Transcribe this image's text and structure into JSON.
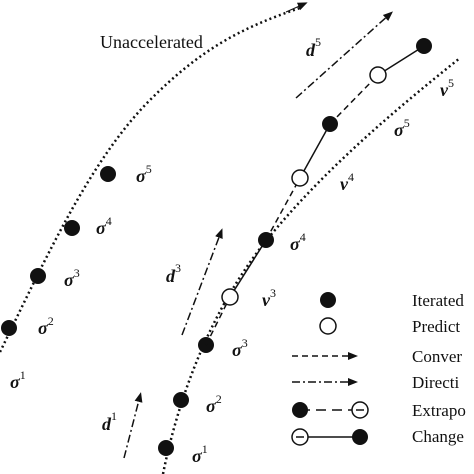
{
  "title": "Unaccelerated",
  "colors": {
    "ink": "#111111",
    "paper": "#ffffff"
  },
  "sigma_left": [
    {
      "sym": "σ",
      "sup": "1"
    },
    {
      "sym": "σ",
      "sup": "2"
    },
    {
      "sym": "σ",
      "sup": "3"
    },
    {
      "sym": "σ",
      "sup": "4"
    },
    {
      "sym": "σ",
      "sup": "5"
    }
  ],
  "sigma_right": [
    {
      "sym": "σ",
      "sup": "1"
    },
    {
      "sym": "σ",
      "sup": "2"
    },
    {
      "sym": "σ",
      "sup": "3"
    },
    {
      "sym": "σ",
      "sup": "4"
    },
    {
      "sym": "σ",
      "sup": "5"
    }
  ],
  "v_labels": [
    {
      "sym": "v",
      "sup": "3"
    },
    {
      "sym": "v",
      "sup": "4"
    },
    {
      "sym": "v",
      "sup": "5"
    }
  ],
  "d_labels": [
    {
      "sym": "d",
      "sup": "1"
    },
    {
      "sym": "d",
      "sup": "3"
    },
    {
      "sym": "d",
      "sup": "5"
    }
  ],
  "legend": [
    {
      "icon": "filled-dot-icon",
      "label": "Iterated"
    },
    {
      "icon": "hollow-dot-icon",
      "label": "Predict"
    },
    {
      "icon": "dashed-arrow-icon",
      "label": "Conver"
    },
    {
      "icon": "dashdot-arrow-icon",
      "label": "Directi"
    },
    {
      "icon": "extrapolation-line-icon",
      "label": "Extrapo"
    },
    {
      "icon": "change-line-icon",
      "label": "Change"
    }
  ]
}
